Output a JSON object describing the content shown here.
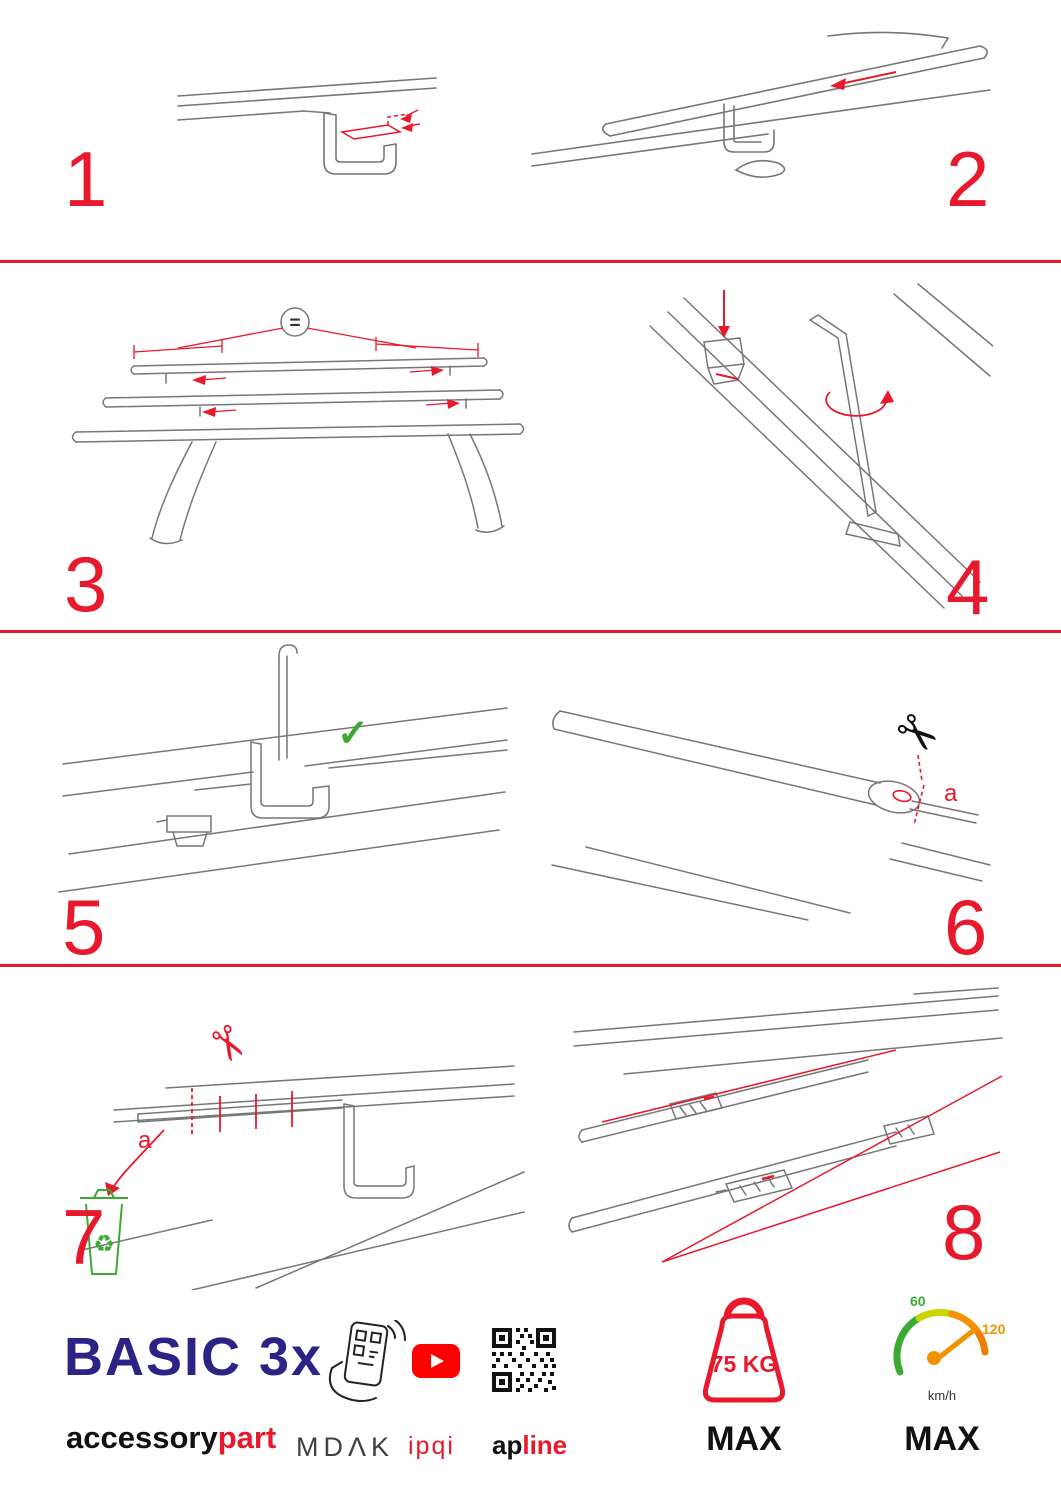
{
  "page": {
    "background": "#ffffff",
    "accent": "#e8192c"
  },
  "steps": [
    {
      "number": "1"
    },
    {
      "number": "2"
    },
    {
      "number": "3",
      "annotation": "="
    },
    {
      "number": "4"
    },
    {
      "number": "5",
      "annotation": "✓"
    },
    {
      "number": "6",
      "label": "a"
    },
    {
      "number": "7",
      "label": "a"
    },
    {
      "number": "8"
    }
  ],
  "icons": {
    "scissors": "✂",
    "recycle": "♻"
  },
  "footer": {
    "product": "BASIC 3x",
    "brand": {
      "black": "accessory",
      "red": "part"
    },
    "mdak": "MDΛK",
    "ipqi": "ipqi",
    "apline": {
      "black": "ap",
      "red": "line"
    },
    "weight": {
      "value": "75 KG",
      "max": "MAX"
    },
    "speed": {
      "low": "60",
      "high": "120",
      "unit": "km/h",
      "max": "MAX"
    }
  }
}
